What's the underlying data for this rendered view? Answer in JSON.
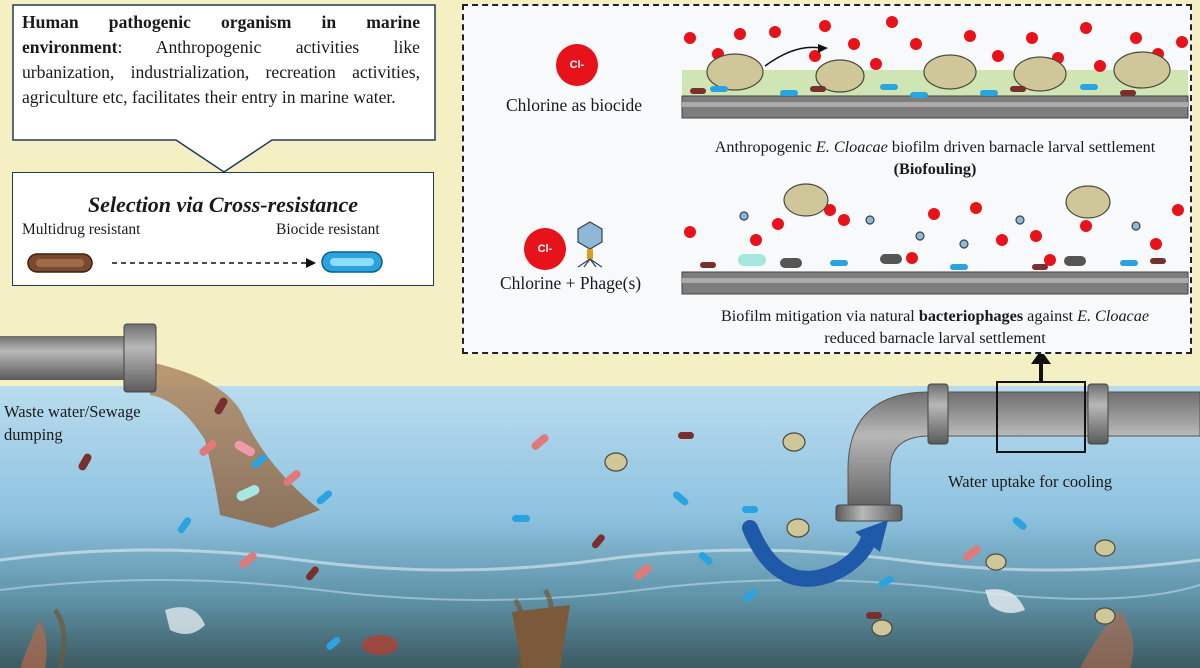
{
  "callout": {
    "title": "Human pathogenic organism in marine environment",
    "body": ": Anthropogenic activities like urbanization, industrialization, recreation activities, agriculture etc, facilitates their entry in marine water."
  },
  "selection": {
    "title": "Selection via Cross-resistance",
    "left_label": "Multidrug resistant",
    "right_label": "Biocide resistant"
  },
  "panel": {
    "chlorine_symbol": "Cl-",
    "row1_label": "Chlorine as biocide",
    "row2_label": "Chlorine + Phage(s)",
    "row1_caption_pre": "Anthropogenic ",
    "row1_caption_italic": "E. Cloacae",
    "row1_caption_post": " biofilm driven barnacle larval settlement",
    "row1_caption_bold": "(Biofouling)",
    "row2_caption_pre": "Biofilm mitigation via natural ",
    "row2_caption_bold": "bacteriophages",
    "row2_caption_mid": " against ",
    "row2_caption_italic": "E. Cloacae",
    "row2_caption_post": "reduced barnacle larval settlement"
  },
  "scene": {
    "waste_label_line1": "Waste water/Sewage",
    "waste_label_line2": "dumping",
    "uptake_label": "Water uptake for cooling"
  },
  "colors": {
    "sky": "#f4f0c4",
    "sea": "#a9d3ea",
    "chlorine": "#e8121b",
    "biocide_bacterium": "#2aa4e0",
    "mdr_bacterium": "#7a4a30",
    "pipe": "#8c8c8c",
    "biofilm": "#cfe5b4"
  }
}
